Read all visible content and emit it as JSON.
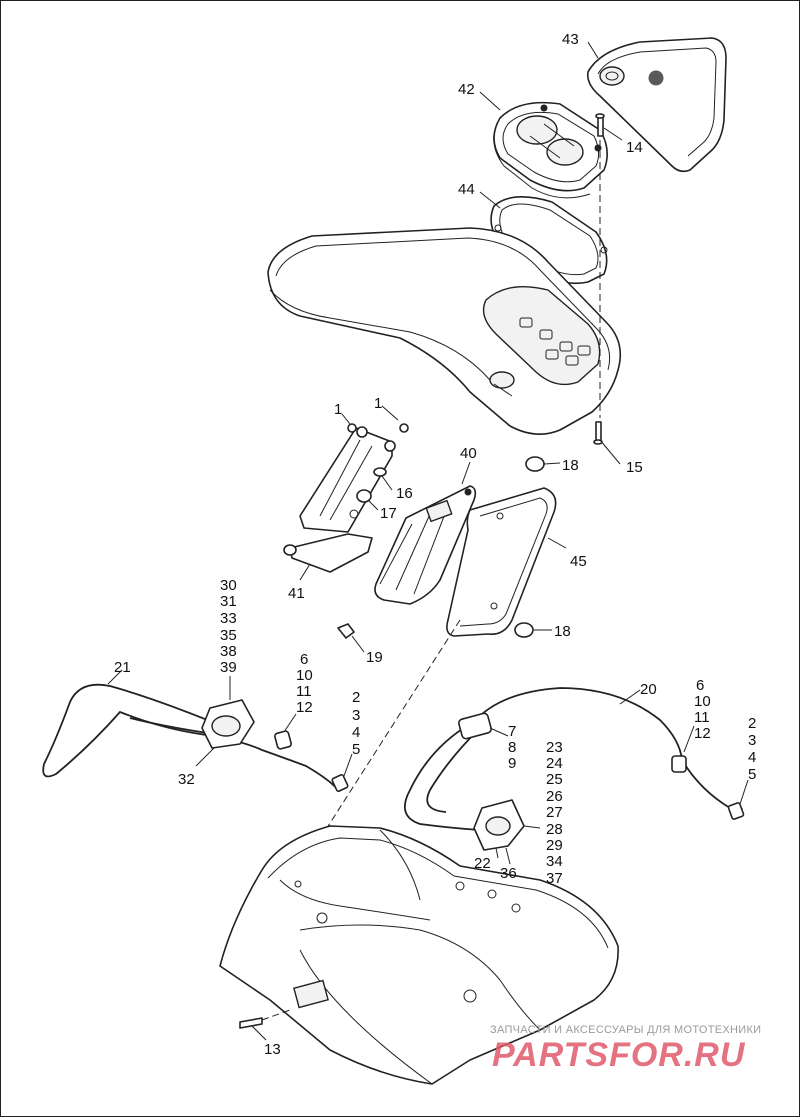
{
  "callouts": {
    "c1a": "1",
    "c1b": "1",
    "c2a": "2",
    "c2b": "2",
    "c3a": "3",
    "c3b": "3",
    "c4a": "4",
    "c4b": "4",
    "c5a": "5",
    "c5b": "5",
    "c6a": "6",
    "c6b": "6",
    "c7": "7",
    "c8": "8",
    "c9": "9",
    "c10a": "10",
    "c10b": "10",
    "c11a": "11",
    "c11b": "11",
    "c12a": "12",
    "c12b": "12",
    "c13": "13",
    "c14": "14",
    "c15": "15",
    "c16": "16",
    "c17": "17",
    "c18a": "18",
    "c18b": "18",
    "c19": "19",
    "c20": "20",
    "c21": "21",
    "c22": "22",
    "c23": "23",
    "c24": "24",
    "c25": "25",
    "c26": "26",
    "c27": "27",
    "c28": "28",
    "c29": "29",
    "c30": "30",
    "c31": "31",
    "c32": "32",
    "c33": "33",
    "c34": "34",
    "c35": "35",
    "c36": "36",
    "c37": "37",
    "c38": "38",
    "c39": "39",
    "c40": "40",
    "c41": "41",
    "c42": "42",
    "c43": "43",
    "c44": "44",
    "c45": "45"
  },
  "watermark": {
    "tagline": "ЗАПЧАСТИ И АКСЕССУАРЫ ДЛЯ МОТОТЕХНИКИ",
    "logo": "PARTSFOR.RU"
  }
}
